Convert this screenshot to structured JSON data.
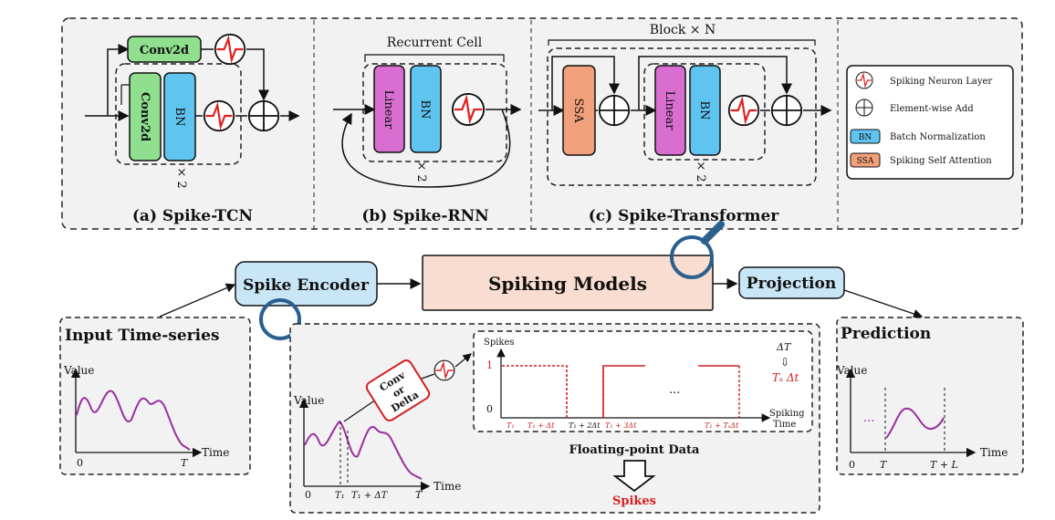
{
  "top_panels": {
    "tcn": {
      "caption": "(a) Spike-TCN",
      "conv_top": "Conv2d",
      "conv_left": "Conv2d",
      "bn": "BN",
      "repeat": "× 2"
    },
    "rnn": {
      "caption": "(b) Spike-RNN",
      "cell_title": "Recurrent Cell",
      "linear": "Linear",
      "bn": "BN",
      "repeat": "× 2"
    },
    "transformer": {
      "caption": "(c) Spike-Transformer",
      "block_title": "Block × N",
      "ssa": "SSA",
      "linear": "Linear",
      "bn": "BN",
      "repeat": "× 2"
    }
  },
  "legend": {
    "spiking_neuron": "Spiking Neuron Layer",
    "element_add": "Element-wise Add",
    "bn_tag": "BN",
    "bn_label": "Batch Normalization",
    "ssa_tag": "SSA",
    "ssa_label": "Spiking Self Attention"
  },
  "pipeline": {
    "encoder": "Spike Encoder",
    "models": "Spiking Models",
    "projection": "Projection"
  },
  "input_panel": {
    "title": "Input Time-series",
    "y_label": "Value",
    "x_label": "Time",
    "origin": "0",
    "end": "T"
  },
  "prediction_panel": {
    "title": "Prediction",
    "y_label": "Value",
    "x_label": "Time",
    "origin": "0",
    "t_mark": "T",
    "tl_mark": "T + L",
    "dots": "..."
  },
  "encoder_panel": {
    "y_label": "Value",
    "x_label": "Time",
    "origin": "0",
    "t1": "T₁",
    "t1_dt": "T₁ + ΔT",
    "end": "T",
    "conv_delta": [
      "Conv",
      "or",
      "Delta"
    ],
    "spikes_axis": "Spikes",
    "one": "1",
    "zero": "0",
    "ellipsis": "...",
    "spiking_time": [
      "Spiking",
      "Time"
    ],
    "delta_T": "ΔT",
    "arrow": "⇩",
    "ts_dt": "Tₛ Δt",
    "ticks": [
      "T₁",
      "T₁ + Δt",
      "T₁ + 2Δt",
      "T₁ + 3Δt",
      "T₁ + TₛΔt"
    ],
    "floating_point": "Floating-point Data",
    "spikes_out": "Spikes"
  },
  "colors": {
    "conv": "#8fdf8f",
    "linear": "#d86fd0",
    "bn": "#5fc4ef",
    "ssa": "#f0a07a",
    "models": "#f9ddd0",
    "encoder": "#c9e6f6",
    "accent": "#d42020",
    "curve": "#9b2fa0"
  }
}
